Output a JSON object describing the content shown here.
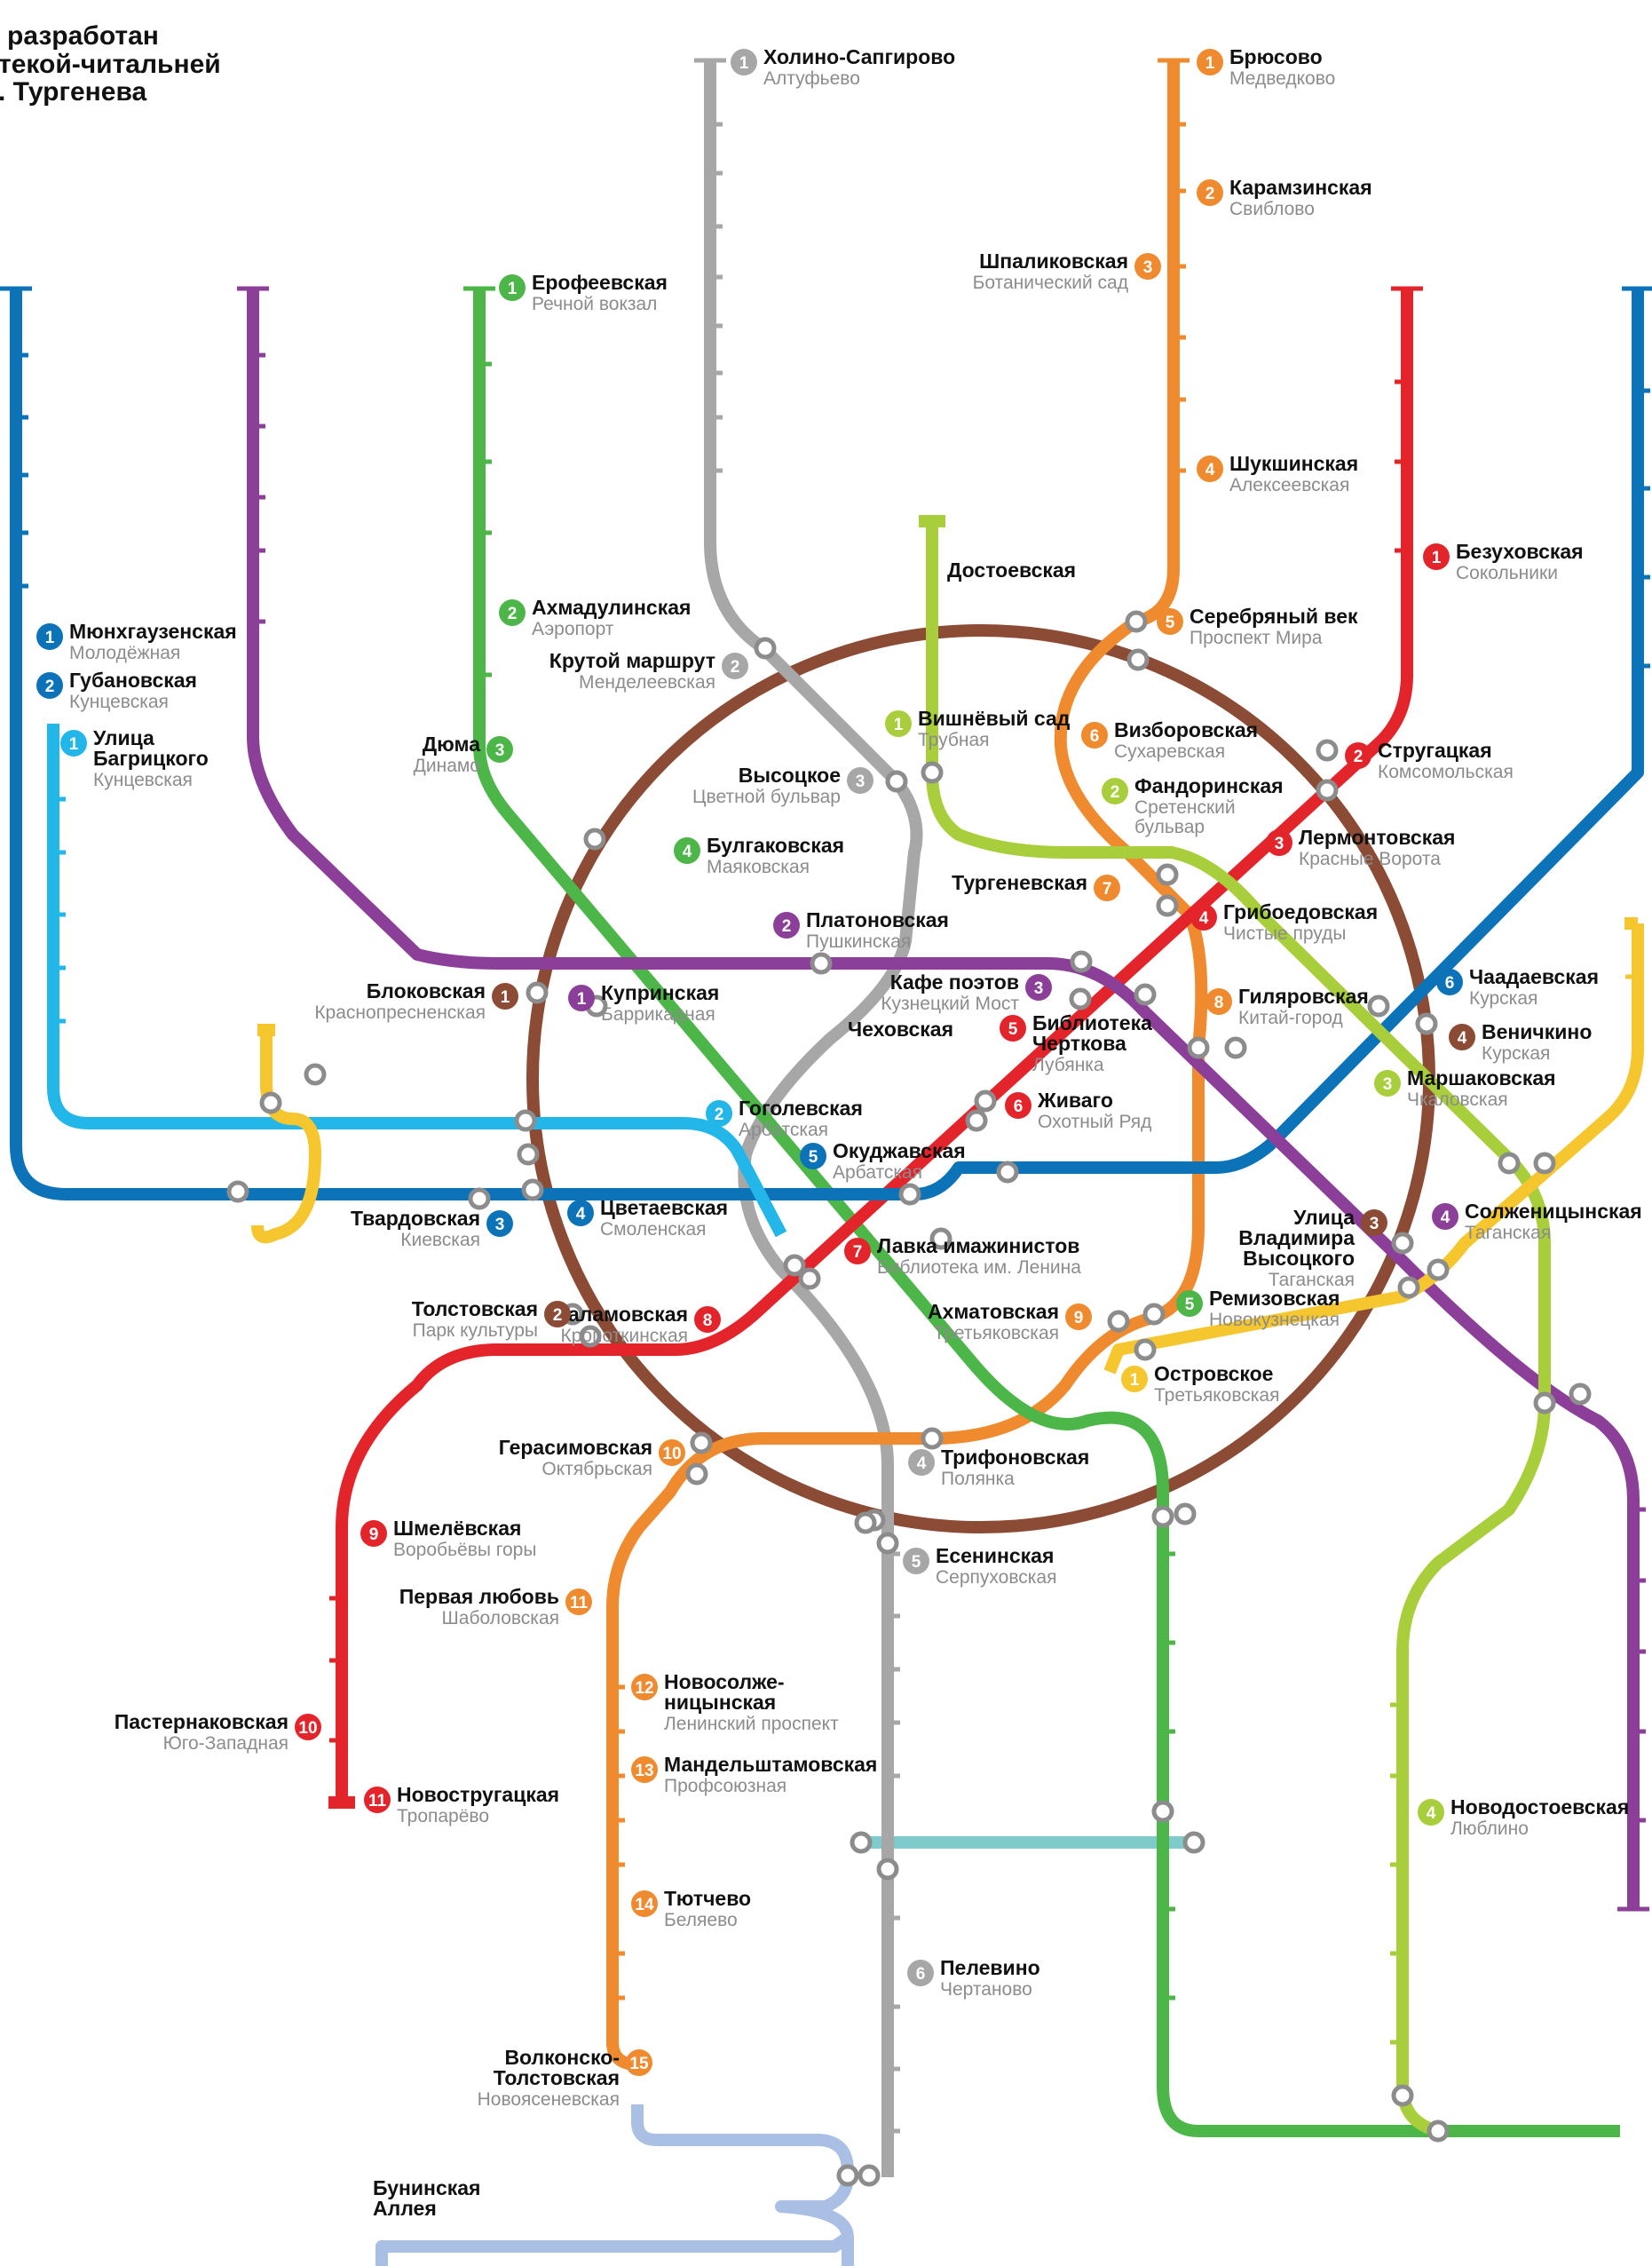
{
  "title": [
    "разработан",
    "текой-читальней",
    ". Тургенева"
  ],
  "colors": {
    "grey": "#a7a7a7",
    "orange": "#ef8a2f",
    "green": "#4cb649",
    "red": "#e3242b",
    "blue": "#0d73b8",
    "purple": "#8c3f98",
    "lightblue": "#22b7e8",
    "yellow": "#f6c62e",
    "lime": "#a8cf3b",
    "brown": "#8b4b34",
    "teal": "#7fcbcb",
    "lavender": "#a9bfe4"
  },
  "stations": [
    {
      "num": "1",
      "color": "grey",
      "name": [
        "Холино-Сапгирово"
      ],
      "sub": [
        "Алтуфьево"
      ]
    },
    {
      "num": "1",
      "color": "orange",
      "name": [
        "Брюсово"
      ],
      "sub": [
        "Медведково"
      ]
    },
    {
      "num": "2",
      "color": "orange",
      "name": [
        "Карамзинская"
      ],
      "sub": [
        "Свиблово"
      ]
    },
    {
      "num": "3",
      "color": "orange",
      "name": [
        "Шпаликовская"
      ],
      "sub": [
        "Ботанический сад"
      ]
    },
    {
      "num": "4",
      "color": "orange",
      "name": [
        "Шукшинская"
      ],
      "sub": [
        "Алексеевская"
      ]
    },
    {
      "num": "5",
      "color": "orange",
      "name": [
        "Серебряный век"
      ],
      "sub": [
        "Проспект Мира"
      ]
    },
    {
      "num": "6",
      "color": "orange",
      "name": [
        "Визборовская"
      ],
      "sub": [
        "Сухаревская"
      ]
    },
    {
      "num": "7",
      "color": "orange",
      "name": [
        "Тургеневская"
      ],
      "sub": []
    },
    {
      "num": "8",
      "color": "orange",
      "name": [
        "Гиляровская"
      ],
      "sub": [
        "Китай-город"
      ]
    },
    {
      "num": "9",
      "color": "orange",
      "name": [
        "Ахматовская"
      ],
      "sub": [
        "Третьяковская"
      ]
    },
    {
      "num": "10",
      "color": "orange",
      "name": [
        "Герасимовская"
      ],
      "sub": [
        "Октябрьская"
      ]
    },
    {
      "num": "11",
      "color": "orange",
      "name": [
        "Первая любовь"
      ],
      "sub": [
        "Шаболовская"
      ]
    },
    {
      "num": "12",
      "color": "orange",
      "name": [
        "Новосолже-",
        "ницынская"
      ],
      "sub": [
        "Ленинский проспект"
      ]
    },
    {
      "num": "13",
      "color": "orange",
      "name": [
        "Мандельштамовская"
      ],
      "sub": [
        "Профсоюзная"
      ]
    },
    {
      "num": "14",
      "color": "orange",
      "name": [
        "Тютчево"
      ],
      "sub": [
        "Беляево"
      ]
    },
    {
      "num": "15",
      "color": "orange",
      "name": [
        "Волконско-",
        "Толстовская"
      ],
      "sub": [
        "Новоясеневская"
      ]
    },
    {
      "num": "1",
      "color": "green",
      "name": [
        "Ерофеевская"
      ],
      "sub": [
        "Речной вокзал"
      ]
    },
    {
      "num": "2",
      "color": "green",
      "name": [
        "Ахмадулинская"
      ],
      "sub": [
        "Аэропорт"
      ]
    },
    {
      "num": "3",
      "color": "green",
      "name": [
        "Дюма"
      ],
      "sub": [
        "Динамо"
      ]
    },
    {
      "num": "4",
      "color": "green",
      "name": [
        "Булгаковская"
      ],
      "sub": [
        "Маяковская"
      ]
    },
    {
      "num": "5",
      "color": "green",
      "name": [
        "Ремизовская"
      ],
      "sub": [
        "Новокузнецкая"
      ]
    },
    {
      "num": "1",
      "color": "red",
      "name": [
        "Безуховская"
      ],
      "sub": [
        "Сокольники"
      ]
    },
    {
      "num": "2",
      "color": "red",
      "name": [
        "Стругацкая"
      ],
      "sub": [
        "Комсомольская"
      ]
    },
    {
      "num": "3",
      "color": "red",
      "name": [
        "Лермонтовская"
      ],
      "sub": [
        "Красные Ворота"
      ]
    },
    {
      "num": "4",
      "color": "red",
      "name": [
        "Грибоедовская"
      ],
      "sub": [
        "Чистые пруды"
      ]
    },
    {
      "num": "5",
      "color": "red",
      "name": [
        "Библиотека",
        "Черткова"
      ],
      "sub": [
        "Лубянка"
      ]
    },
    {
      "num": "6",
      "color": "red",
      "name": [
        "Живаго"
      ],
      "sub": [
        "Охотный Ряд"
      ]
    },
    {
      "num": "7",
      "color": "red",
      "name": [
        "Лавка имажинистов"
      ],
      "sub": [
        "Библиотека им. Ленина"
      ]
    },
    {
      "num": "8",
      "color": "red",
      "name": [
        "Шаламовская"
      ],
      "sub": [
        "Кропоткинская"
      ]
    },
    {
      "num": "9",
      "color": "red",
      "name": [
        "Шмелёвская"
      ],
      "sub": [
        "Воробьёвы горы"
      ]
    },
    {
      "num": "10",
      "color": "red",
      "name": [
        "Пастернаковская"
      ],
      "sub": [
        "Юго-Западная"
      ]
    },
    {
      "num": "11",
      "color": "red",
      "name": [
        "Новостругацкая"
      ],
      "sub": [
        "Тропарёво"
      ]
    },
    {
      "num": "1",
      "color": "blue",
      "name": [
        "Мюнхгаузенская"
      ],
      "sub": [
        "Молодёжная"
      ]
    },
    {
      "num": "2",
      "color": "blue",
      "name": [
        "Губановская"
      ],
      "sub": [
        "Кунцевская"
      ]
    },
    {
      "num": "3",
      "color": "blue",
      "name": [
        "Твардовская"
      ],
      "sub": [
        "Киевская"
      ]
    },
    {
      "num": "4",
      "color": "blue",
      "name": [
        "Цветаевская"
      ],
      "sub": [
        "Смоленская"
      ]
    },
    {
      "num": "5",
      "color": "blue",
      "name": [
        "Окуджавская"
      ],
      "sub": [
        "Арбатская"
      ]
    },
    {
      "num": "6",
      "color": "blue",
      "name": [
        "Чаадаевская"
      ],
      "sub": [
        "Курская"
      ]
    },
    {
      "num": "1",
      "color": "lightblue",
      "name": [
        "Улица",
        "Багрицкого"
      ],
      "sub": [
        "Кунцевская"
      ]
    },
    {
      "num": "2",
      "color": "lightblue",
      "name": [
        "Гоголевская"
      ],
      "sub": [
        "Арбатская"
      ]
    },
    {
      "num": "1",
      "color": "purple",
      "name": [
        "Купринская"
      ],
      "sub": [
        "Баррикадная"
      ]
    },
    {
      "num": "2",
      "color": "purple",
      "name": [
        "Платоновская"
      ],
      "sub": [
        "Пушкинская"
      ]
    },
    {
      "num": "3",
      "color": "purple",
      "name": [
        "Кафе поэтов"
      ],
      "sub": [
        "Кузнецкий Мост"
      ]
    },
    {
      "num": "4",
      "color": "purple",
      "name": [
        "Солженицынская"
      ],
      "sub": [
        "Таганская"
      ]
    },
    {
      "num": "1",
      "color": "brown",
      "name": [
        "Блоковская"
      ],
      "sub": [
        "Краснопресненская"
      ]
    },
    {
      "num": "2",
      "color": "brown",
      "name": [
        "Толстовская"
      ],
      "sub": [
        "Парк культуры"
      ]
    },
    {
      "num": "3",
      "color": "brown",
      "name": [
        "Улица",
        "Владимира",
        "Высоцкого"
      ],
      "sub": [
        "Таганская"
      ]
    },
    {
      "num": "4",
      "color": "brown",
      "name": [
        "Веничкино"
      ],
      "sub": [
        "Курская"
      ]
    },
    {
      "num": "2",
      "color": "grey",
      "name": [
        "Крутой маршрут"
      ],
      "sub": [
        "Менделеевская"
      ]
    },
    {
      "num": "3",
      "color": "grey",
      "name": [
        "Высоцкое"
      ],
      "sub": [
        "Цветной бульвар"
      ]
    },
    {
      "num": "4",
      "color": "grey",
      "name": [
        "Трифоновская"
      ],
      "sub": [
        "Полянка"
      ]
    },
    {
      "num": "5",
      "color": "grey",
      "name": [
        "Есенинская"
      ],
      "sub": [
        "Серпуховская"
      ]
    },
    {
      "num": "6",
      "color": "grey",
      "name": [
        "Пелевино"
      ],
      "sub": [
        "Чертаново"
      ]
    },
    {
      "num": "1",
      "color": "lime",
      "name": [
        "Вишнёвый сад"
      ],
      "sub": [
        "Трубная"
      ]
    },
    {
      "num": "2",
      "color": "lime",
      "name": [
        "Фандоринская"
      ],
      "sub": [
        "Сретенский",
        "бульвар"
      ]
    },
    {
      "num": "3",
      "color": "lime",
      "name": [
        "Маршаковская"
      ],
      "sub": [
        "Чкаловская"
      ]
    },
    {
      "num": "4",
      "color": "lime",
      "name": [
        "Новодостоевская"
      ],
      "sub": [
        "Люблино"
      ]
    },
    {
      "num": "1",
      "color": "yellow",
      "name": [
        "Островское"
      ],
      "sub": [
        "Третьяковская"
      ]
    },
    {
      "num": "",
      "color": "lime",
      "name": [
        "Достоевская"
      ],
      "sub": []
    },
    {
      "num": "",
      "color": "green",
      "name": [
        "Чеховская"
      ],
      "sub": []
    },
    {
      "num": "",
      "color": "lavender",
      "name": [
        "Бунинская",
        "Аллея"
      ],
      "sub": []
    }
  ]
}
